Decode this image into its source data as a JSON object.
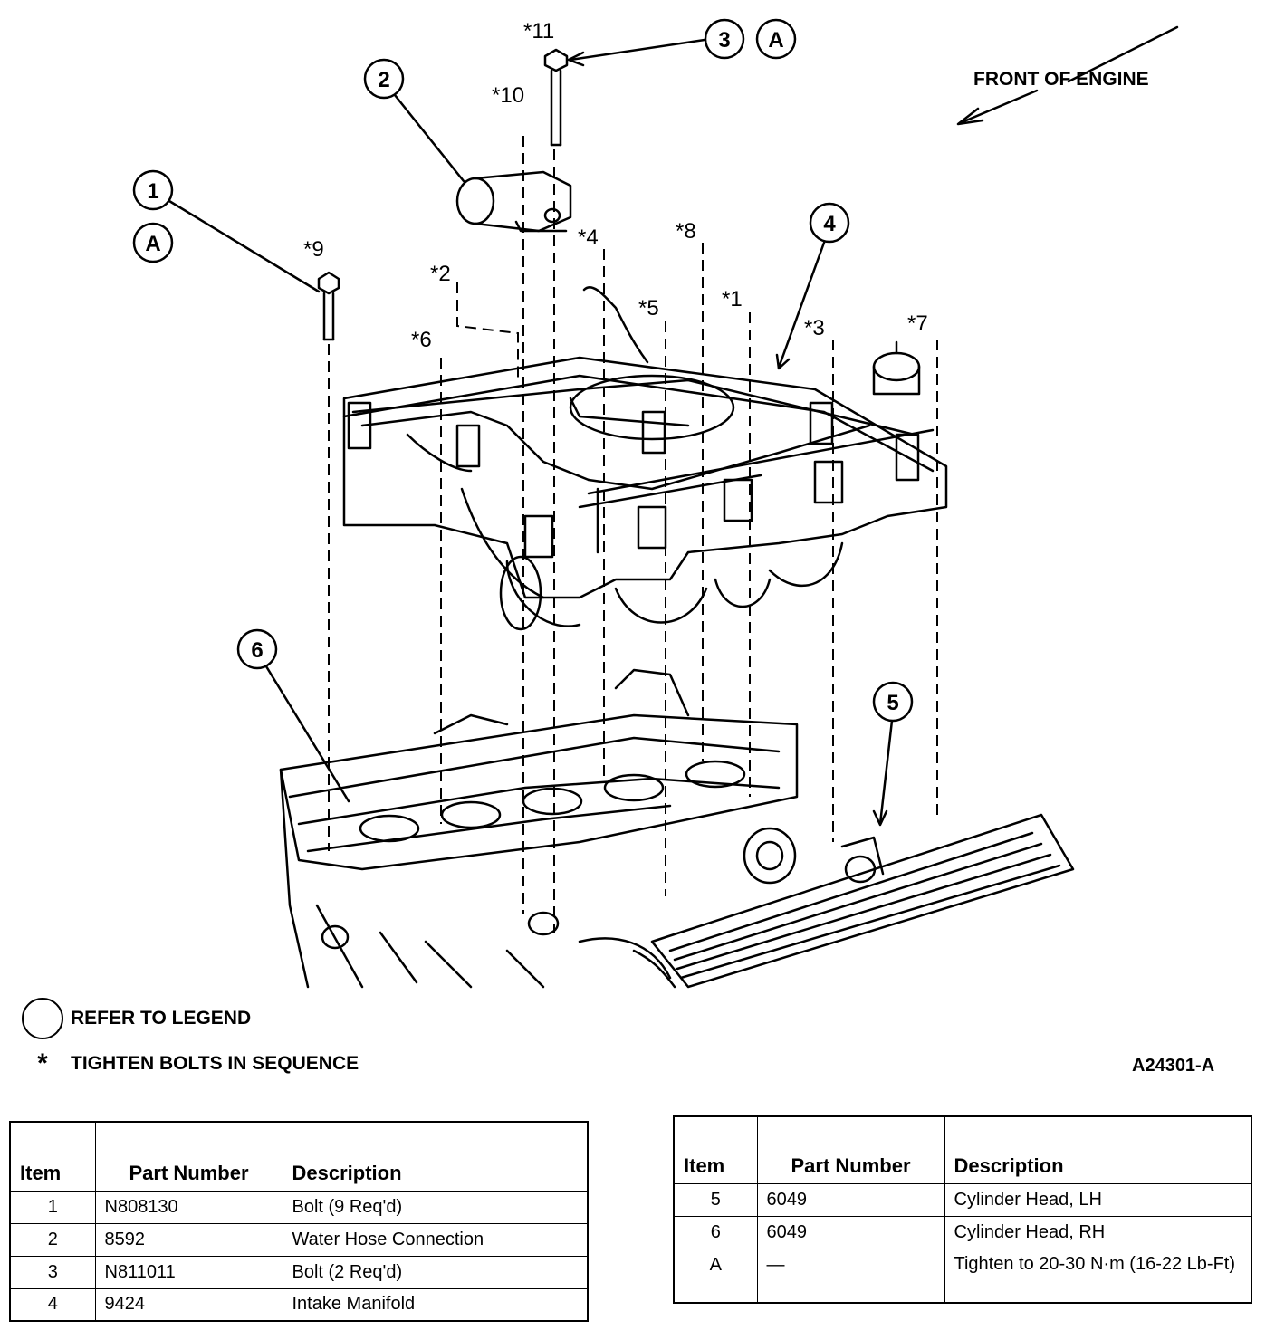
{
  "diagram": {
    "front_label": "FRONT OF ENGINE",
    "figure_id": "A24301-A",
    "callouts": [
      "1",
      "2",
      "3",
      "4",
      "5",
      "6"
    ],
    "torque_callout": "A",
    "bolt_sequence": [
      "*1",
      "*2",
      "*3",
      "*4",
      "*5",
      "*6",
      "*7",
      "*8",
      "*9",
      "*10",
      "*11"
    ]
  },
  "legend": {
    "refer_label": "REFER TO LEGEND",
    "star_symbol": "*",
    "sequence_label": "TIGHTEN BOLTS IN SEQUENCE"
  },
  "tables": {
    "headers": {
      "item": "Item",
      "part_number": "Part Number",
      "description": "Description"
    },
    "left_rows": [
      {
        "item": "1",
        "part_number": "N808130",
        "description": "Bolt (9 Req'd)"
      },
      {
        "item": "2",
        "part_number": "8592",
        "description": "Water Hose Connection"
      },
      {
        "item": "3",
        "part_number": "N811011",
        "description": "Bolt (2 Req'd)"
      },
      {
        "item": "4",
        "part_number": "9424",
        "description": "Intake Manifold"
      }
    ],
    "right_rows": [
      {
        "item": "5",
        "part_number": "6049",
        "description": "Cylinder Head, LH"
      },
      {
        "item": "6",
        "part_number": "6049",
        "description": "Cylinder Head, RH"
      },
      {
        "item": "A",
        "part_number": "—",
        "description": "Tighten to 20-30 N·m (16-22 Lb-Ft)"
      }
    ]
  }
}
